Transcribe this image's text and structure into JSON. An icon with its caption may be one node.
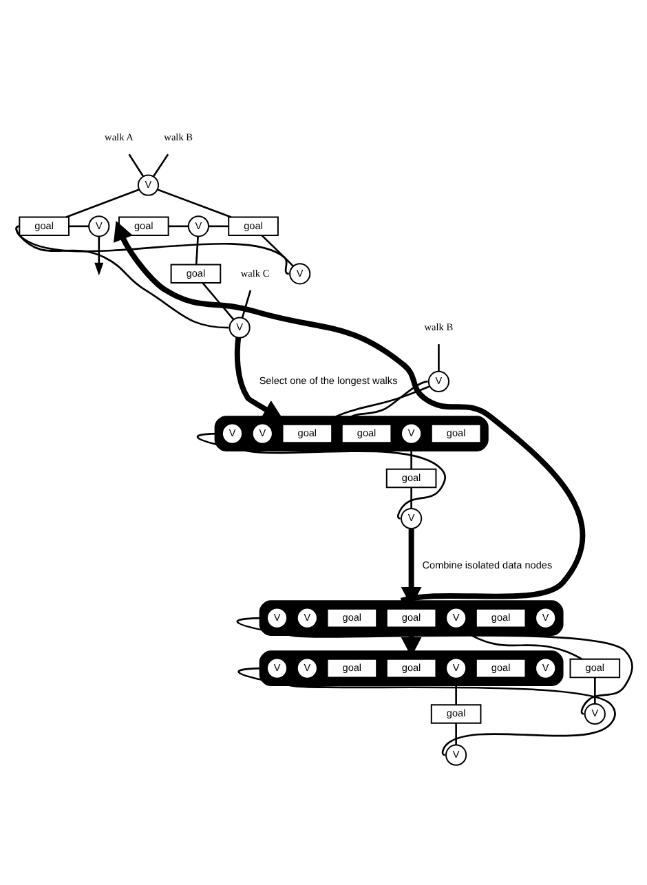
{
  "diagram": {
    "nodes": [
      {
        "text": [
          "walk A"
        ]
      },
      {
        "text": [
          "walk B"
        ]
      },
      {
        "text": [
          "goal"
        ]
      },
      {
        "text": [
          "V"
        ]
      },
      {
        "text": [
          "goal"
        ]
      },
      {
        "text": [
          "V"
        ]
      },
      {
        "text": [
          "goal"
        ]
      },
      {
        "text": [
          "V"
        ]
      },
      {
        "text": [
          "V"
        ]
      },
      {
        "text": [
          "walk C"
        ]
      },
      {
        "text": [
          "goal"
        ]
      },
      {
        "text": [
          "V"
        ]
      },
      {
        "text": [
          "walk B"
        ]
      },
      {
        "text": [
          "V"
        ]
      },
      {
        "text": [],
        "shape": "bar"
      },
      {
        "text": [
          "goal"
        ],
        "in": 14
      },
      {
        "text": [
          "V"
        ],
        "in": 14
      },
      {
        "text": [
          "goal"
        ],
        "in": 14
      },
      {
        "text": [
          "goal"
        ],
        "in": 14
      },
      {
        "text": [
          "V"
        ],
        "in": 14
      },
      {
        "text": [
          "V"
        ],
        "in": 14
      },
      {
        "text": [
          "goal"
        ]
      },
      {
        "text": [
          "V"
        ]
      },
      {
        "text": [],
        "shape": "bar"
      },
      {
        "text": [
          "V"
        ],
        "in": 23
      },
      {
        "text": [
          "goal"
        ],
        "in": 23
      },
      {
        "text": [
          "V"
        ],
        "in": 23
      },
      {
        "text": [
          "goal"
        ],
        "in": 23
      },
      {
        "text": [
          "goal"
        ],
        "in": 23
      },
      {
        "text": [
          "V"
        ],
        "in": 23
      },
      {
        "text": [
          "V"
        ],
        "in": 23
      },
      {
        "text": [
          "goal"
        ]
      },
      {
        "text": [
          "V"
        ]
      },
      {
        "text": [],
        "shape": "bar"
      },
      {
        "text": [
          "V"
        ],
        "in": 33
      },
      {
        "text": [
          "goal"
        ],
        "in": 33
      },
      {
        "text": [
          "V"
        ],
        "in": 33
      },
      {
        "text": [
          "goal"
        ],
        "in": 33
      },
      {
        "text": [
          "goal"
        ],
        "in": 33
      },
      {
        "text": [
          "V"
        ],
        "in": 33
      },
      {
        "text": [
          "V"
        ],
        "in": 33
      },
      {
        "text": [
          "goal"
        ]
      },
      {
        "text": [
          "V"
        ]
      }
    ],
    "edges": [
      {
        "from": 0,
        "to": 5,
        "arrow": "none"
      },
      {
        "from": 1,
        "to": 5,
        "arrow": "none"
      },
      {
        "from": 9,
        "to": 11,
        "arrow": "none"
      },
      {
        "from": 2,
        "to": 3,
        "arrow": "none"
      },
      {
        "from": 3,
        "to": 4,
        "arrow": "none"
      },
      {
        "from": 4,
        "to": 5,
        "arrow": "none"
      },
      {
        "from": 5,
        "to": 6,
        "arrow": "none"
      },
      {
        "from": 4,
        "to": 8,
        "arrow": "none"
      },
      {
        "from": 8,
        "to": 6,
        "arrow": "none"
      },
      {
        "from": 3,
        "to": 10,
        "arrow": "none"
      },
      {
        "from": 10,
        "to": 11,
        "arrow": "none"
      },
      {
        "from": 11,
        "to": 6,
        "arrow": "none"
      },
      {
        "from": 6,
        "to": 7,
        "arrow": "none"
      },
      {
        "from": 7,
        "to": null,
        "arrow": "to"
      },
      {
        "from": 12,
        "to": 13,
        "arrow": "none"
      },
      {
        "from": 17,
        "to": 13,
        "arrow": "none"
      },
      {
        "from": 13,
        "to": 18,
        "arrow": "none"
      },
      {
        "from": 16,
        "to": 21,
        "arrow": "none"
      },
      {
        "from": 21,
        "to": 22,
        "arrow": "none"
      },
      {
        "from": 22,
        "to": 20,
        "arrow": "none"
      },
      {
        "from": 26,
        "to": 31,
        "arrow": "none"
      },
      {
        "from": 31,
        "to": 32,
        "arrow": "none"
      },
      {
        "from": 32,
        "to": 30,
        "arrow": "none"
      },
      {
        "from": 36,
        "to": 41,
        "arrow": "none"
      },
      {
        "from": 41,
        "to": 42,
        "arrow": "none"
      },
      {
        "from": 42,
        "to": 40,
        "arrow": "none"
      },
      {
        "from": 11,
        "to": 14,
        "arrow": "to",
        "style": "thick",
        "label": "Select one of the longest walks"
      },
      {
        "from": 22,
        "to": 23,
        "arrow": "to",
        "style": "thick",
        "label": "Combine isolated data nodes"
      },
      {
        "from": 23,
        "to": 33,
        "arrow": "to",
        "style": "thick"
      },
      {
        "from": 23,
        "to": 2,
        "arrow": "to",
        "style": "thick"
      }
    ]
  }
}
